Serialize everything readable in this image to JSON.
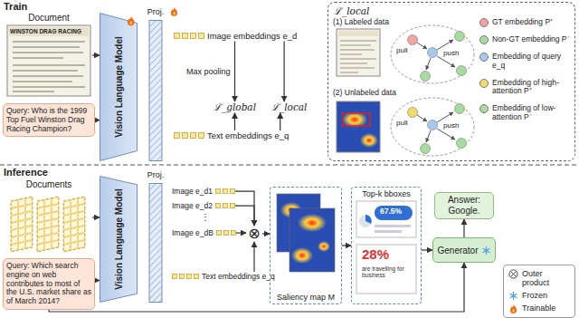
{
  "diagram": {
    "nodes": [
      {
        "text": [
          "Document"
        ]
      },
      {
        "text": [
          "Query: Who is the 1999 Top Fuel Winston Drag Racing Champion?"
        ]
      },
      {
        "text": [
          "Vision Language Model"
        ]
      },
      {
        "text": [
          "Proj."
        ]
      },
      {
        "text": [
          "Image embeddings e_d"
        ]
      },
      {
        "text": [
          "Text embeddings e_q"
        ]
      },
      {
        "text": [
          "ℒ_global"
        ]
      },
      {
        "text": [
          "ℒ_local"
        ]
      },
      {
        "text": [
          "ℒ_local"
        ]
      },
      {
        "text": [
          "Documents"
        ]
      },
      {
        "text": [
          "Query: Which search engine on web contributes to most of the U.S. market share as of March 2014?"
        ]
      },
      {
        "text": [
          "Vision Language Model"
        ]
      },
      {
        "text": [
          "Proj."
        ]
      },
      {
        "text": [
          "Image e_d1"
        ]
      },
      {
        "text": [
          "Image e_d2"
        ]
      },
      {
        "text": [
          "Image e_dB"
        ]
      },
      {
        "text": [
          "Text embeddings e_q"
        ]
      },
      {
        "text": [
          "⊗"
        ]
      },
      {
        "text": [
          "Saliency map M"
        ]
      },
      {
        "text": [
          "Top-k bboxes"
        ]
      },
      {
        "text": [
          "Answer: Google."
        ]
      },
      {
        "text": [
          "Generator"
        ]
      }
    ],
    "edges": [
      {
        "from": 0,
        "to": 2,
        "arrow": "to"
      },
      {
        "from": 1,
        "to": 2,
        "arrow": "to"
      },
      {
        "from": 4,
        "to": 6,
        "label": "Max pooling",
        "arrow": "to"
      },
      {
        "from": 4,
        "to": 7,
        "arrow": "to"
      },
      {
        "from": 5,
        "to": 6,
        "arrow": "to"
      },
      {
        "from": 5,
        "to": 7,
        "arrow": "to"
      },
      {
        "from": 9,
        "to": 11,
        "arrow": "to"
      },
      {
        "from": 10,
        "to": 11,
        "arrow": "to"
      },
      {
        "from": 13,
        "to": 17,
        "arrow": "to"
      },
      {
        "from": 14,
        "to": 17,
        "arrow": "to"
      },
      {
        "from": 15,
        "to": 17,
        "arrow": "to"
      },
      {
        "from": 16,
        "to": 17,
        "arrow": "to"
      },
      {
        "from": 17,
        "to": 18,
        "arrow": "to"
      },
      {
        "from": 18,
        "to": 19,
        "arrow": "to"
      },
      {
        "from": 19,
        "to": 21,
        "arrow": "to"
      },
      {
        "from": 21,
        "to": 20,
        "arrow": "to"
      },
      {
        "from": 10,
        "to": 21,
        "arrow": "to"
      }
    ],
    "labels": [
      "Train",
      "WINSTON DRAG RACING",
      "(1) Labeled data",
      "pull",
      "push",
      "(2) Unlabeled data",
      "pull",
      "push",
      "Inference",
      "⋮",
      "67.5%",
      "28%",
      "are travelling for business"
    ],
    "legend": [
      {
        "text": "GT embedding P⁺",
        "color": "#f5a3a3"
      },
      {
        "text": "Non-GT embedding P⁻",
        "color": "#a9dba0"
      },
      {
        "text": "Embedding of query e_q",
        "color": "#a7c8ee"
      },
      {
        "text": "Embedding of high-attention P⁺",
        "color": "#f6d96b"
      },
      {
        "text": "Embedding of low-attention P⁻",
        "color": "#a9dba0"
      },
      {
        "text": "Outer product"
      },
      {
        "text": "Frozen"
      },
      {
        "text": "Trainable"
      }
    ]
  }
}
